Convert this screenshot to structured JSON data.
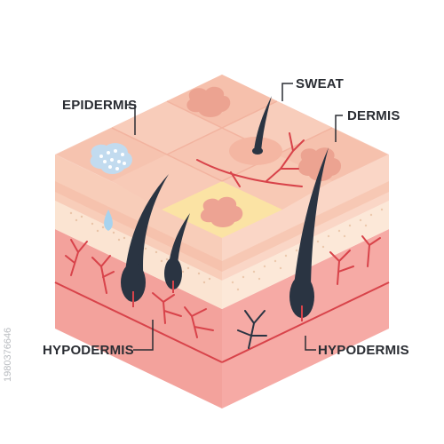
{
  "labels": {
    "epidermis": "EPIDERMIS",
    "sweat": "SWEAT",
    "dermis": "DERMIS",
    "hypodermis_left": "HYPODERMIS",
    "hypodermis_right": "HYPODERMIS"
  },
  "watermark": "1980376646",
  "colors": {
    "top_face": "#f7c8b5",
    "top_tile_alt": "#f4bba6",
    "yellow_tile": "#fbe3a4",
    "epidermis_layer": "#f9d3c3",
    "dermis_band": "#fbe6d6",
    "hypodermis": "#f4a0a0",
    "vessel": "#d8434a",
    "hair": "#2a3442",
    "water_drop": "#a7d3ef",
    "pore_blue": "#c2dbef"
  }
}
